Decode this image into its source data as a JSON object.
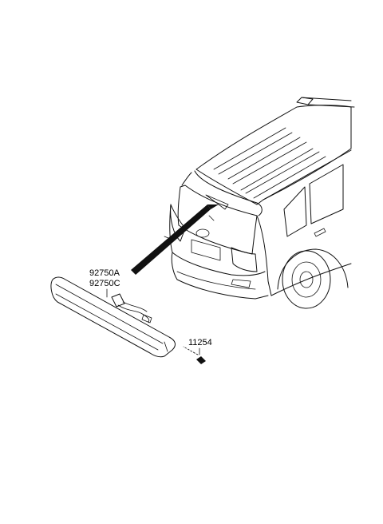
{
  "parts": [
    {
      "id": "lamp-assembly",
      "numbers": [
        "92750A",
        "92750C"
      ]
    },
    {
      "id": "screw",
      "numbers": [
        "11254"
      ]
    }
  ]
}
